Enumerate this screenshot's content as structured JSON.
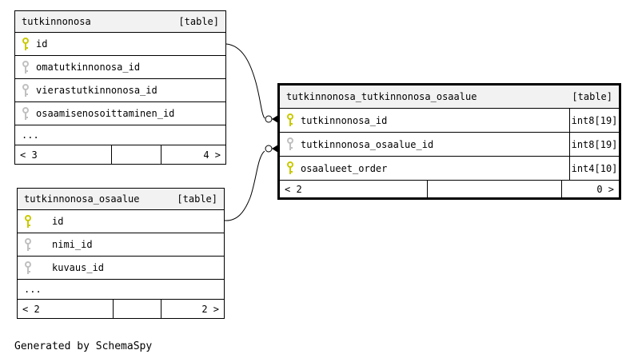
{
  "diagram": {
    "caption": "Generated by SchemaSpy",
    "colors": {
      "primary_key": "#c9c900",
      "foreign_key": "#c0c0c0",
      "header_bg": "#f2f2f2",
      "border": "#000000",
      "background": "#ffffff"
    },
    "tables": [
      {
        "name": "tutkinnonosa",
        "badge": "[table]",
        "columns": [
          {
            "name": "id",
            "key": "primary"
          },
          {
            "name": "omatutkinnonosa_id",
            "key": "foreign"
          },
          {
            "name": "vierastutkinnonosa_id",
            "key": "foreign"
          },
          {
            "name": "osaamisenosoittaminen_id",
            "key": "foreign"
          }
        ],
        "ellipsis": "...",
        "pager": {
          "left": "< 3",
          "middle": "",
          "right": "4 >"
        }
      },
      {
        "name": "tutkinnonosa_osaalue",
        "badge": "[table]",
        "columns": [
          {
            "name": "id",
            "key": "primary"
          },
          {
            "name": "nimi_id",
            "key": "foreign"
          },
          {
            "name": "kuvaus_id",
            "key": "foreign"
          }
        ],
        "ellipsis": "...",
        "pager": {
          "left": "< 2",
          "middle": "",
          "right": "2 >"
        }
      },
      {
        "name": "tutkinnonosa_tutkinnonosa_osaalue",
        "badge": "[table]",
        "columns": [
          {
            "name": "tutkinnonosa_id",
            "type": "int8[19]",
            "key": "primary"
          },
          {
            "name": "tutkinnonosa_osaalue_id",
            "type": "int8[19]",
            "key": "foreign"
          },
          {
            "name": "osaalueet_order",
            "type": "int4[10]",
            "key": "primary"
          }
        ],
        "pager": {
          "left": "< 2",
          "middle": "",
          "right": "0 >"
        }
      }
    ]
  }
}
